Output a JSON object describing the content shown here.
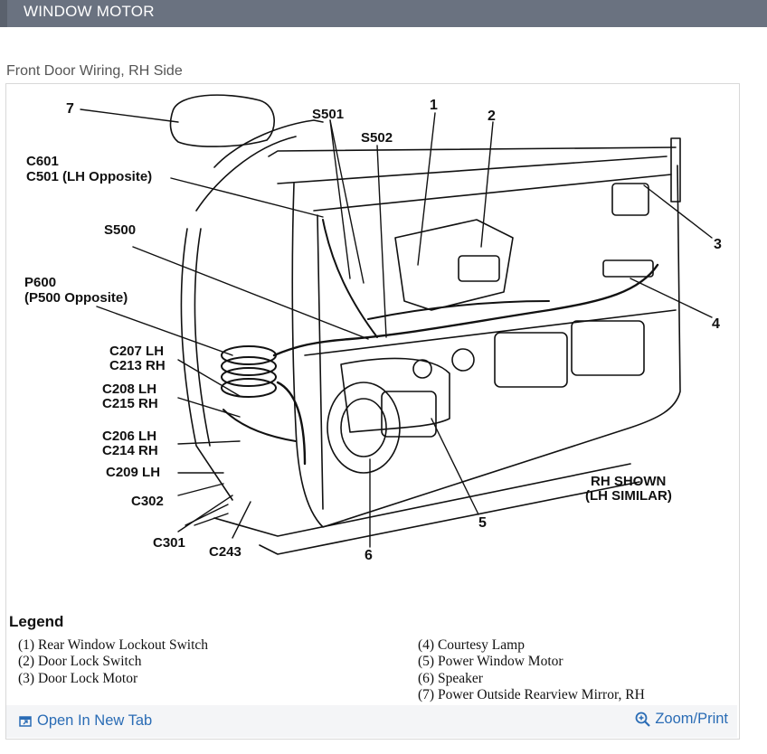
{
  "header": {
    "title": "WINDOW MOTOR"
  },
  "caption": "Front Door Wiring, RH Side",
  "diagram": {
    "callouts": {
      "n1": "1",
      "n2": "2",
      "n3": "3",
      "n4": "4",
      "n5": "5",
      "n6": "6",
      "n7": "7",
      "s501": "S501",
      "s502": "S502",
      "s500": "S500",
      "c601": "C601",
      "c501": "C501 (LH Opposite)",
      "p600": "P600",
      "p500": "(P500 Opposite)",
      "c207": "C207 LH",
      "c213": "C213 RH",
      "c208": "C208 LH",
      "c215": "C215 RH",
      "c206": "C206 LH",
      "c214": "C214 RH",
      "c209": "C209 LH",
      "c302": "C302",
      "c301": "C301",
      "c243": "C243",
      "rh_shown": "RH SHOWN",
      "lh_similar": "(LH SIMILAR)"
    }
  },
  "legend": {
    "title": "Legend",
    "items": [
      "(1)  Rear Window Lockout Switch",
      "(2)  Door Lock Switch",
      "(3)  Door Lock Motor",
      "(4)  Courtesy Lamp",
      "(5)  Power Window Motor",
      "(6)  Speaker",
      "(7)  Power Outside Rearview Mirror, RH"
    ]
  },
  "footer": {
    "open_tab": "Open In New Tab",
    "zoom": "Zoom/Print"
  }
}
